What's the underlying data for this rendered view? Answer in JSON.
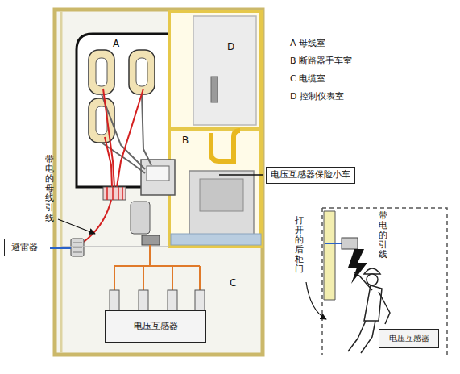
{
  "diagram": {
    "nodes": [
      {
        "text": [
          "避雷器"
        ]
      },
      {
        "text": [
          "电压互感器保险小车"
        ]
      },
      {
        "text": [
          "电压互感器"
        ]
      },
      {
        "text": [
          "电压互感器"
        ]
      }
    ],
    "labels": [
      "A",
      "B",
      "C",
      "D",
      "A 母线室",
      "B 断路器手车室",
      "C 电缆室",
      "D 控制仪表室",
      "带电的母线引线",
      "打开的后柜门",
      "带电的引线"
    ]
  }
}
